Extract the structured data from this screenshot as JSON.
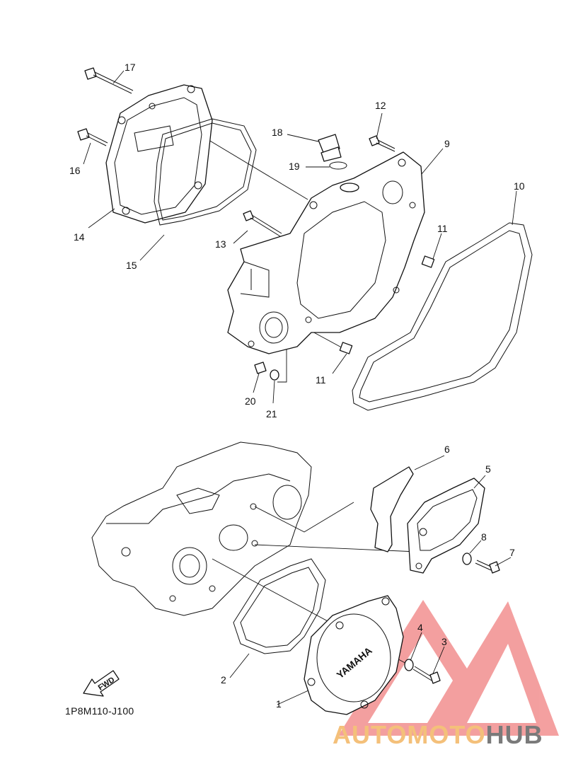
{
  "diagram": {
    "part_numbers": [
      "1",
      "2",
      "3",
      "4",
      "5",
      "6",
      "7",
      "8",
      "9",
      "10",
      "11",
      "11",
      "12",
      "13",
      "14",
      "15",
      "16",
      "17",
      "18",
      "19",
      "20",
      "21"
    ],
    "cover_logo": "YAMAHA",
    "fwd_label": "FWD",
    "drawing_code": "1P8M110-J100"
  },
  "watermark": {
    "brand_part1": "AUTOMOTO",
    "brand_part2": "HUB",
    "color_part1": "#f4c07a",
    "color_part2": "#7a7a7a",
    "logo_color": "#f08080"
  }
}
